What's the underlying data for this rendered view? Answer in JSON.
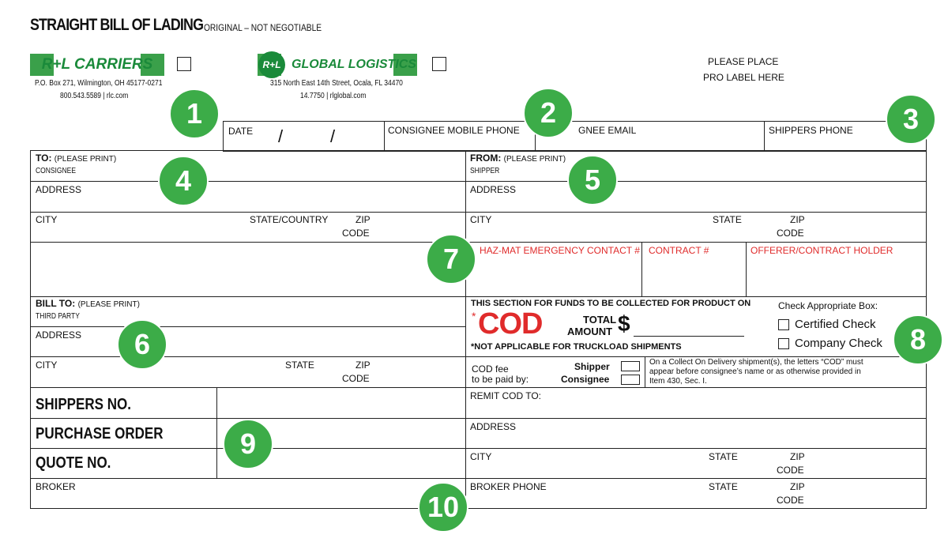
{
  "header": {
    "title": "STRAIGHT BILL OF LADING",
    "subtitle": "ORIGINAL – NOT NEGOTIABLE",
    "pro_label": [
      "PLEASE PLACE",
      "PRO LABEL HERE"
    ]
  },
  "carriers": [
    {
      "name": "R+L CARRIERS",
      "address": "P.O. Box 271, Wilmington, OH 45177-0271",
      "contact": "800.543.5589  |  rlc.com"
    },
    {
      "name": "GLOBAL LOGISTICS",
      "logo_mark": "R+L",
      "address": "315 North East 14th Street, Ocala, FL 34470",
      "contact": "14.7750  |  rlglobal.com"
    }
  ],
  "top_row": {
    "date": "DATE",
    "date_sep": "/",
    "mobile": "CONSIGNEE MOBILE PHONE",
    "email": "GNEE EMAIL",
    "shipper_phone": "SHIPPERS PHONE"
  },
  "to": {
    "label": "TO:",
    "hint": "(PLEASE PRINT)",
    "sub": "CONSIGNEE",
    "address": "ADDRESS",
    "city": "CITY",
    "state": "STATE/COUNTRY",
    "zip": "ZIP",
    "code": "CODE"
  },
  "from": {
    "label": "FROM:",
    "hint": "(PLEASE PRINT)",
    "sub": "SHIPPER",
    "address": "ADDRESS",
    "city": "CITY",
    "state": "STATE",
    "zip": "ZIP",
    "code": "CODE"
  },
  "hazmat": {
    "contact": "HAZ-MAT EMERGENCY CONTACT #",
    "contract": "CONTRACT #",
    "offerer": "OFFERER/CONTRACT HOLDER"
  },
  "bill_to": {
    "label": "BILL TO:",
    "hint": "(PLEASE PRINT)",
    "sub": "THIRD PARTY",
    "address": "ADDRESS",
    "city": "CITY",
    "state": "STATE",
    "zip": "ZIP",
    "code": "CODE"
  },
  "cod": {
    "section": "THIS SECTION FOR FUNDS TO BE COLLECTED FOR PRODUCT ON",
    "star": "*",
    "title": "COD",
    "total": "TOTAL",
    "amount": "AMOUNT",
    "dollar": "$",
    "note": "*NOT APPLICABLE FOR TRUCKLOAD SHIPMENTS",
    "check_title": "Check Appropriate Box:",
    "certified": "Certified Check",
    "company": "Company Check",
    "fee1": "COD fee",
    "fee2": "to be paid by:",
    "shipper": "Shipper",
    "consignee": "Consignee",
    "legal": [
      "On a Collect On Delivery shipment(s), the letters “COD” must",
      "appear before consignee’s name or as otherwise provided in",
      "Item 430, Sec. I."
    ]
  },
  "refs": {
    "shippers_no": "SHIPPERS NO.",
    "po": "PURCHASE ORDER",
    "quote": "QUOTE NO.",
    "broker": "BROKER"
  },
  "remit": {
    "label": "REMIT COD TO:",
    "address": "ADDRESS",
    "city": "CITY",
    "state": "STATE",
    "zip": "ZIP",
    "code": "CODE"
  },
  "broker_phone": {
    "label": "BROKER PHONE",
    "state": "STATE",
    "zip": "ZIP",
    "code": "CODE"
  },
  "badges": [
    "1",
    "2",
    "3",
    "4",
    "5",
    "6",
    "7",
    "8",
    "9",
    "10"
  ]
}
